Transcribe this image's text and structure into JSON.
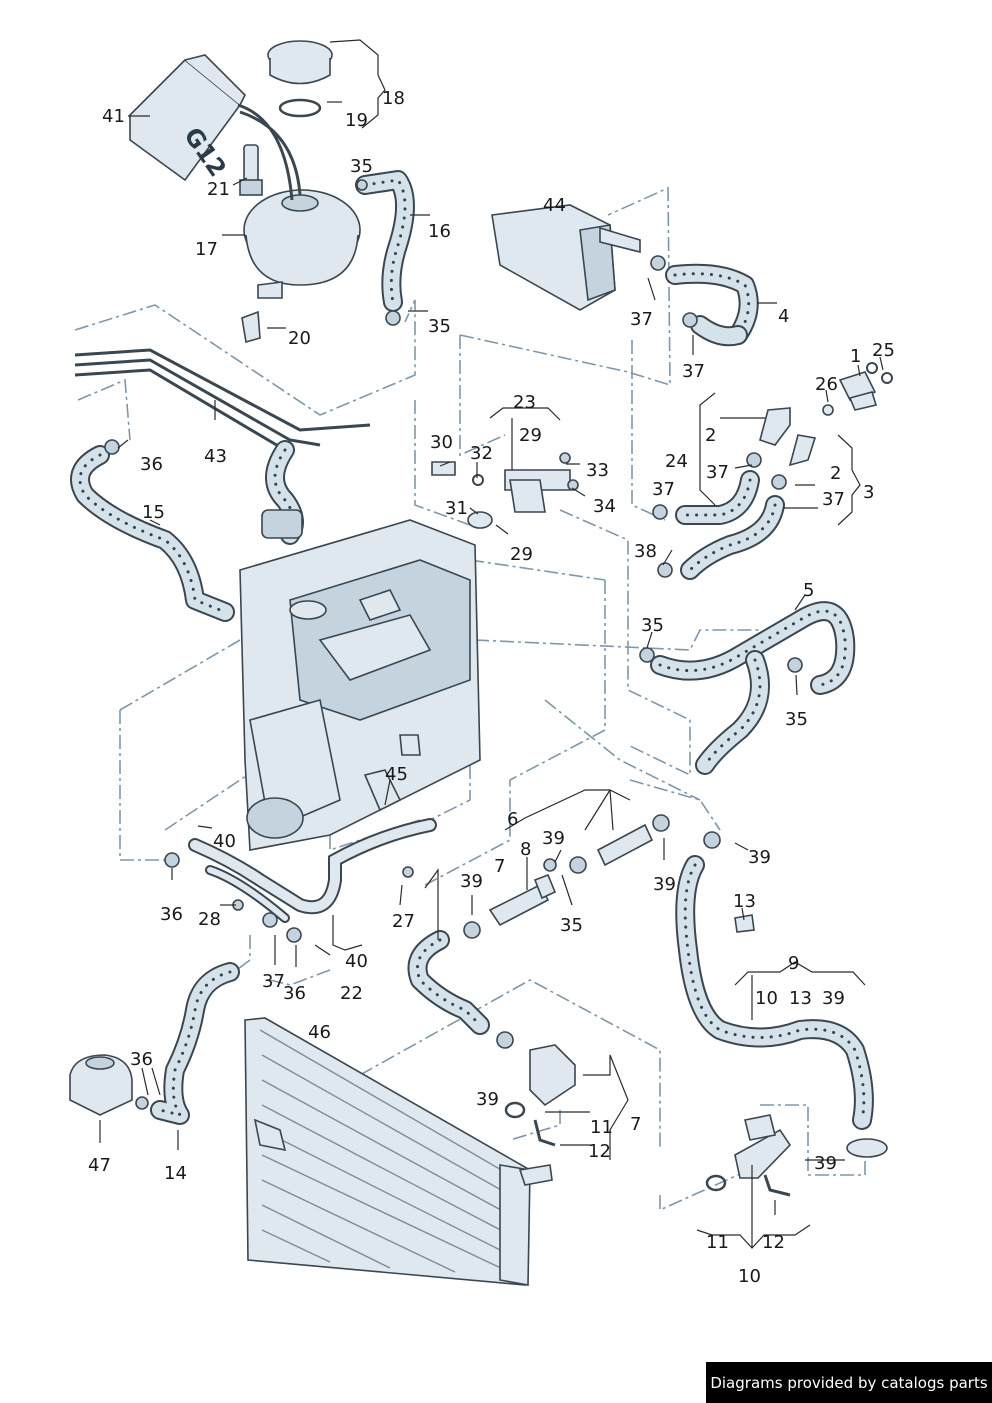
{
  "credit": "Diagrams provided by catalogs parts",
  "tank_marking": "G12",
  "callouts": [
    {
      "id": "c1",
      "text": "1"
    },
    {
      "id": "c25",
      "text": "25"
    },
    {
      "id": "c26",
      "text": "26"
    },
    {
      "id": "c2a",
      "text": "2"
    },
    {
      "id": "c2b",
      "text": "2"
    },
    {
      "id": "c3",
      "text": "3"
    },
    {
      "id": "c4",
      "text": "4"
    },
    {
      "id": "c5",
      "text": "5"
    },
    {
      "id": "c6",
      "text": "6"
    },
    {
      "id": "c7a",
      "text": "7"
    },
    {
      "id": "c7b",
      "text": "7"
    },
    {
      "id": "c8",
      "text": "8"
    },
    {
      "id": "c9",
      "text": "9"
    },
    {
      "id": "c10a",
      "text": "10"
    },
    {
      "id": "c10b",
      "text": "10"
    },
    {
      "id": "c11a",
      "text": "11"
    },
    {
      "id": "c11b",
      "text": "11"
    },
    {
      "id": "c12a",
      "text": "12"
    },
    {
      "id": "c12b",
      "text": "12"
    },
    {
      "id": "c13a",
      "text": "13"
    },
    {
      "id": "c13b",
      "text": "13"
    },
    {
      "id": "c14",
      "text": "14"
    },
    {
      "id": "c15",
      "text": "15"
    },
    {
      "id": "c16",
      "text": "16"
    },
    {
      "id": "c17",
      "text": "17"
    },
    {
      "id": "c18",
      "text": "18"
    },
    {
      "id": "c19",
      "text": "19"
    },
    {
      "id": "c20",
      "text": "20"
    },
    {
      "id": "c21",
      "text": "21"
    },
    {
      "id": "c22",
      "text": "22"
    },
    {
      "id": "c23",
      "text": "23"
    },
    {
      "id": "c24",
      "text": "24"
    },
    {
      "id": "c27",
      "text": "27"
    },
    {
      "id": "c28",
      "text": "28"
    },
    {
      "id": "c29a",
      "text": "29"
    },
    {
      "id": "c29b",
      "text": "29"
    },
    {
      "id": "c30",
      "text": "30"
    },
    {
      "id": "c31",
      "text": "31"
    },
    {
      "id": "c32",
      "text": "32"
    },
    {
      "id": "c33",
      "text": "33"
    },
    {
      "id": "c34",
      "text": "34"
    },
    {
      "id": "c35a",
      "text": "35"
    },
    {
      "id": "c35b",
      "text": "35"
    },
    {
      "id": "c35c",
      "text": "35"
    },
    {
      "id": "c35d",
      "text": "35"
    },
    {
      "id": "c35e",
      "text": "35"
    },
    {
      "id": "c36a",
      "text": "36"
    },
    {
      "id": "c36b",
      "text": "36"
    },
    {
      "id": "c36c",
      "text": "36"
    },
    {
      "id": "c36d",
      "text": "36"
    },
    {
      "id": "c37a",
      "text": "37"
    },
    {
      "id": "c37b",
      "text": "37"
    },
    {
      "id": "c37c",
      "text": "37"
    },
    {
      "id": "c37d",
      "text": "37"
    },
    {
      "id": "c37e",
      "text": "37"
    },
    {
      "id": "c37f",
      "text": "37"
    },
    {
      "id": "c38",
      "text": "38"
    },
    {
      "id": "c39a",
      "text": "39"
    },
    {
      "id": "c39b",
      "text": "39"
    },
    {
      "id": "c39c",
      "text": "39"
    },
    {
      "id": "c39d",
      "text": "39"
    },
    {
      "id": "c39e",
      "text": "39"
    },
    {
      "id": "c39f",
      "text": "39"
    },
    {
      "id": "c39g",
      "text": "39"
    },
    {
      "id": "c40a",
      "text": "40"
    },
    {
      "id": "c40b",
      "text": "40"
    },
    {
      "id": "c41",
      "text": "41"
    },
    {
      "id": "c43",
      "text": "43"
    },
    {
      "id": "c44",
      "text": "44"
    },
    {
      "id": "c45",
      "text": "45"
    },
    {
      "id": "c46",
      "text": "46"
    },
    {
      "id": "c47",
      "text": "47"
    }
  ]
}
